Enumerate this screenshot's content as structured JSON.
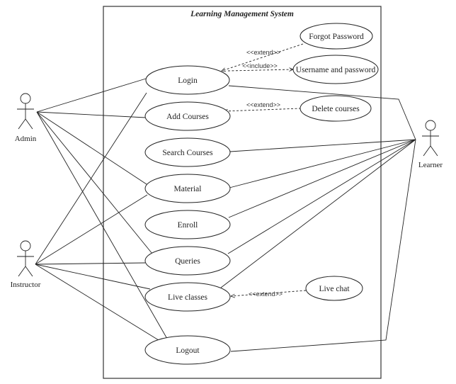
{
  "system": {
    "title": "Learning Management System"
  },
  "actors": {
    "admin": "Admin",
    "instructor": "Instructor",
    "learner": "Learner"
  },
  "use_cases": {
    "login": "Login",
    "add_courses": "Add Courses",
    "search_courses": "Search Courses",
    "material": "Material",
    "enroll": "Enroll",
    "queries": "Queries",
    "live_classes": "Live classes",
    "logout": "Logout",
    "forgot_password": "Forgot Password",
    "username_password": "Username and password",
    "delete_courses": "Delete courses",
    "live_chat": "Live chat"
  },
  "relations": {
    "login_forgot": "<<extend>>",
    "login_username": "<<include>>",
    "add_delete": "<<extend>>",
    "live_chat": "<<extend>>"
  }
}
